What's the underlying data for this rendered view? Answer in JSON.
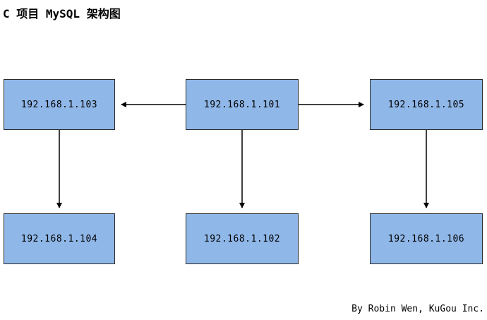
{
  "title": "C 项目 MySQL 架构图",
  "footer": "By Robin Wen, KuGou Inc.",
  "colors": {
    "node_fill": "#8FB7E8",
    "node_border": "#2b2b2b",
    "arrow": "#000000",
    "background": "#ffffff"
  },
  "nodes": [
    {
      "label": "192.168.1.103",
      "row": "top",
      "col": "left"
    },
    {
      "label": "192.168.1.101",
      "row": "top",
      "col": "center"
    },
    {
      "label": "192.168.1.105",
      "row": "top",
      "col": "right"
    },
    {
      "label": "192.168.1.104",
      "row": "bottom",
      "col": "left"
    },
    {
      "label": "192.168.1.102",
      "row": "bottom",
      "col": "center"
    },
    {
      "label": "192.168.1.106",
      "row": "bottom",
      "col": "right"
    }
  ],
  "edges": [
    {
      "from": "192.168.1.101",
      "to": "192.168.1.103",
      "direction": "left"
    },
    {
      "from": "192.168.1.101",
      "to": "192.168.1.105",
      "direction": "right"
    },
    {
      "from": "192.168.1.103",
      "to": "192.168.1.104",
      "direction": "down"
    },
    {
      "from": "192.168.1.101",
      "to": "192.168.1.102",
      "direction": "down"
    },
    {
      "from": "192.168.1.105",
      "to": "192.168.1.106",
      "direction": "down"
    }
  ]
}
